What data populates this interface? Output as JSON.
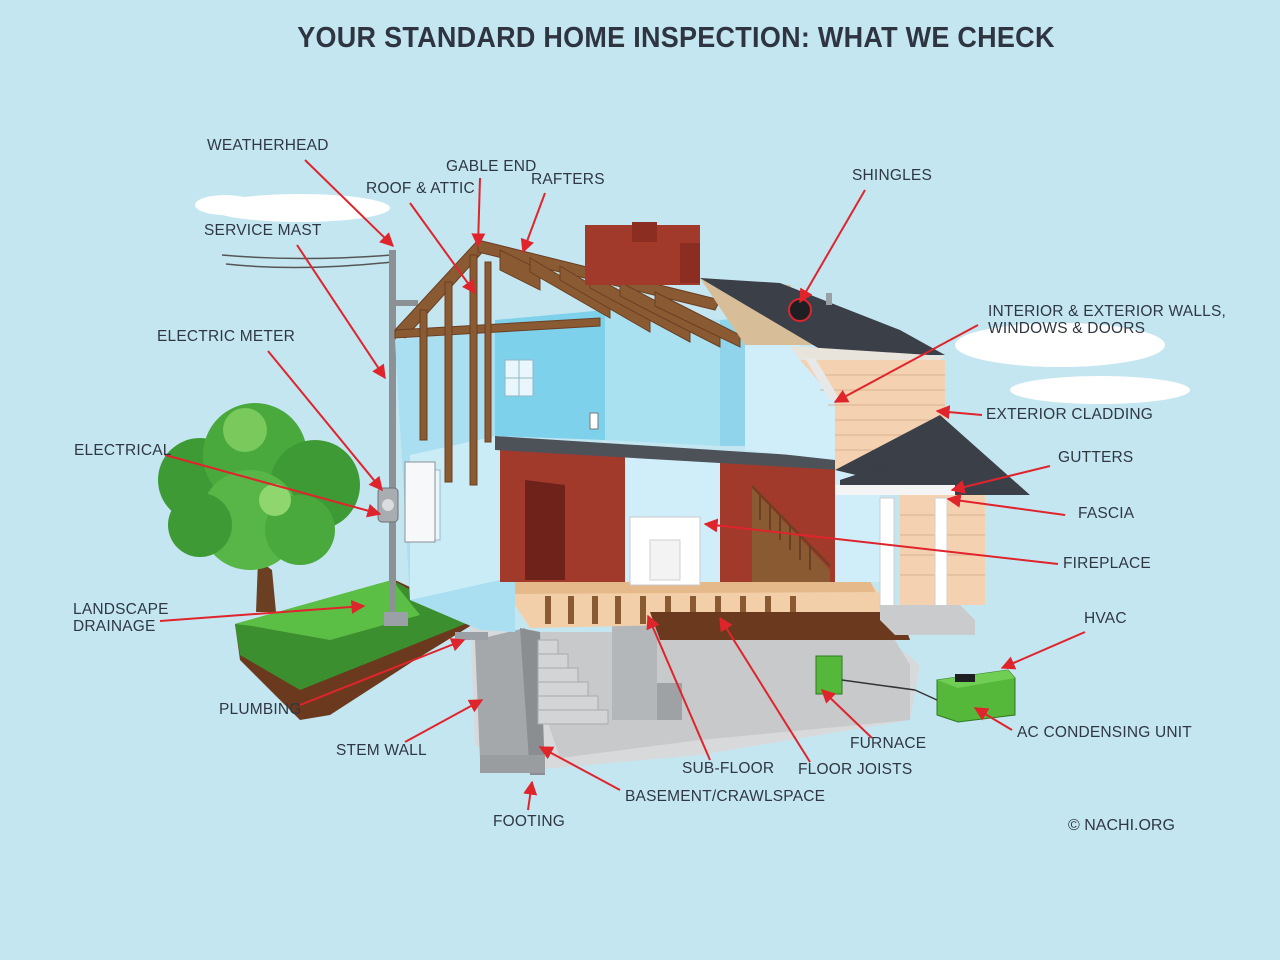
{
  "title": "YOUR STANDARD HOME INSPECTION: WHAT WE CHECK",
  "labels": {
    "weatherhead": "WEATHERHEAD",
    "service_mast": "SERVICE MAST",
    "electric_meter": "ELECTRIC METER",
    "electrical": "ELECTRICAL",
    "landscape_drainage_1": "LANDSCAPE",
    "landscape_drainage_2": "DRAINAGE",
    "plumbing": "PLUMBING",
    "stem_wall": "STEM WALL",
    "footing": "FOOTING",
    "basement": "BASEMENT/CRAWLSPACE",
    "sub_floor": "SUB-FLOOR",
    "floor_joists": "FLOOR JOISTS",
    "furnace": "FURNACE",
    "ac_unit": "AC CONDENSING UNIT",
    "hvac": "HVAC",
    "fireplace": "FIREPLACE",
    "fascia": "FASCIA",
    "gutters": "GUTTERS",
    "exterior_cladding": "EXTERIOR CLADDING",
    "walls_1": "INTERIOR & EXTERIOR WALLS,",
    "walls_2": "WINDOWS & DOORS",
    "shingles": "SHINGLES",
    "rafters": "RAFTERS",
    "gable_end": "GABLE END",
    "roof_attic": "ROOF & ATTIC"
  },
  "copyright": "© NACHI.ORG",
  "colors": {
    "background": "#c4e6f1",
    "arrow": "#e0242c",
    "brick": "#a23a2c",
    "wood": "#8a5a33",
    "grass": "#4caf3f",
    "hvac_unit": "#55b83b"
  }
}
